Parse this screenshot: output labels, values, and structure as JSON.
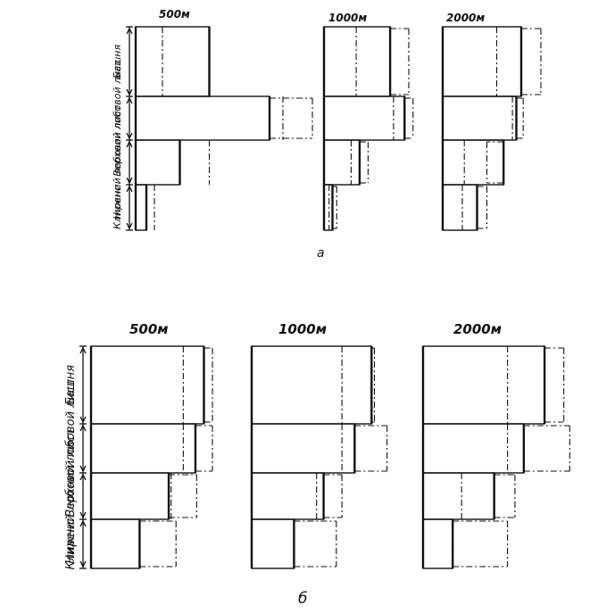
{
  "figure": {
    "zone_labels": [
      "Башня",
      "Верхний лобовой лист",
      "Нижний лобовой лист",
      "Клиренс"
    ],
    "panels": [
      {
        "id": "a",
        "caption": "а",
        "charts": [
          {
            "distance_label": "500м",
            "bars": [
              {
                "solid": 0.55,
                "dash_a": 0.2,
                "dash_b": null
              },
              {
                "solid": 1.0,
                "dash_a": 1.1,
                "dash_b": 1.32
              },
              {
                "solid": 0.33,
                "dash_a": 0.55,
                "dash_b": null
              },
              {
                "solid": 0.08,
                "dash_a": 0.14,
                "dash_b": null
              }
            ]
          },
          {
            "distance_label": "1000м",
            "bars": [
              {
                "solid": 0.78,
                "dash_a": 0.38,
                "dash_b": 1.0
              },
              {
                "solid": 0.95,
                "dash_a": 0.82,
                "dash_b": 1.05
              },
              {
                "solid": 0.42,
                "dash_a": 0.32,
                "dash_b": 0.52
              },
              {
                "solid": 0.1,
                "dash_a": 0.06,
                "dash_b": 0.15
              }
            ]
          },
          {
            "distance_label": "2000м",
            "bars": [
              {
                "solid": 0.8,
                "dash_a": 0.55,
                "dash_b": 1.0
              },
              {
                "solid": 0.75,
                "dash_a": 0.71,
                "dash_b": 0.82
              },
              {
                "solid": 0.62,
                "dash_a": 0.22,
                "dash_b": 0.45
              },
              {
                "solid": 0.35,
                "dash_a": 0.2,
                "dash_b": 0.45
              }
            ]
          }
        ]
      },
      {
        "id": "b",
        "caption": "б",
        "charts": [
          {
            "distance_label": "500м",
            "bars": [
              {
                "solid": 0.93,
                "dash_a": 0.76,
                "dash_b": 1.0
              },
              {
                "solid": 0.86,
                "dash_a": 0.76,
                "dash_b": 1.0
              },
              {
                "solid": 0.64,
                "dash_a": 0.66,
                "dash_b": 0.87
              },
              {
                "solid": 0.4,
                "dash_a": 0.4,
                "dash_b": 0.7
              }
            ]
          },
          {
            "distance_label": "1000м",
            "bars": [
              {
                "solid": 0.85,
                "dash_a": 0.64,
                "dash_b": 0.87
              },
              {
                "solid": 0.73,
                "dash_a": 0.64,
                "dash_b": 0.96
              },
              {
                "solid": 0.51,
                "dash_a": 0.46,
                "dash_b": 0.64
              },
              {
                "solid": 0.3,
                "dash_a": 0.3,
                "dash_b": 0.6
              }
            ]
          },
          {
            "distance_label": "2000м",
            "bars": [
              {
                "solid": 0.82,
                "dash_a": 0.57,
                "dash_b": 0.95
              },
              {
                "solid": 0.68,
                "dash_a": 0.57,
                "dash_b": 0.99
              },
              {
                "solid": 0.48,
                "dash_a": 0.26,
                "dash_b": 0.62
              },
              {
                "solid": 0.2,
                "dash_a": 0.2,
                "dash_b": 0.57
              }
            ]
          }
        ]
      }
    ]
  }
}
